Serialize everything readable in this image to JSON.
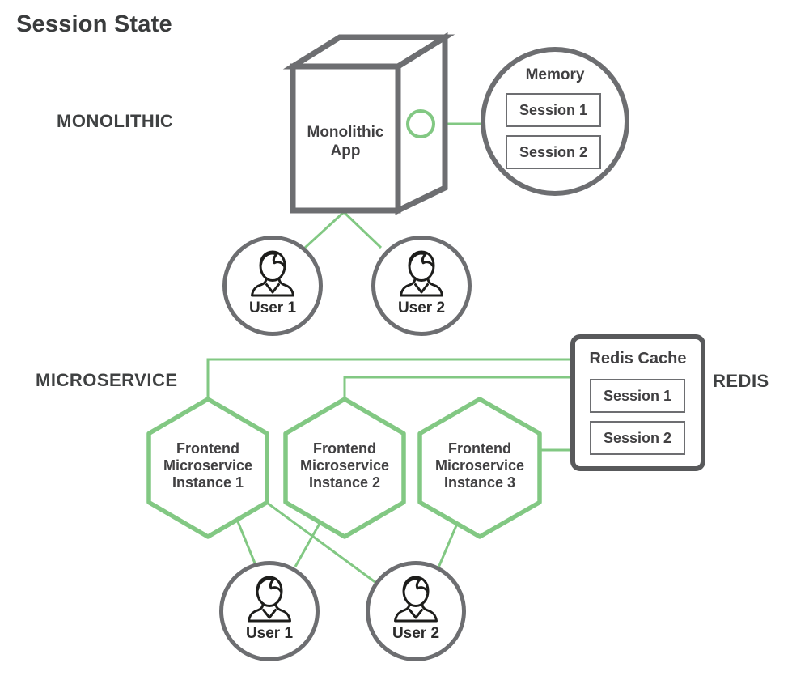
{
  "title": "Session State",
  "colors": {
    "green": "#82c883",
    "gray": "#6d6e71",
    "dark_gray": "#58595b",
    "icon_black": "#1d1d1b",
    "text": "#3f4142"
  },
  "monolithic": {
    "section_label": "MONOLITHIC",
    "app_label": "Monolithic\nApp",
    "memory": {
      "title": "Memory",
      "sessions": [
        "Session 1",
        "Session 2"
      ]
    },
    "users": [
      {
        "label": "User 1"
      },
      {
        "label": "User 2"
      }
    ]
  },
  "microservice": {
    "section_label": "MICROSERVICE",
    "redis_label": "REDIS",
    "cache": {
      "title": "Redis Cache",
      "sessions": [
        "Session 1",
        "Session 2"
      ]
    },
    "instances": [
      {
        "label": "Frontend\nMicroservice\nInstance 1"
      },
      {
        "label": "Frontend\nMicroservice\nInstance 2"
      },
      {
        "label": "Frontend\nMicroservice\nInstance 3"
      }
    ],
    "users": [
      {
        "label": "User 1"
      },
      {
        "label": "User 2"
      }
    ]
  }
}
